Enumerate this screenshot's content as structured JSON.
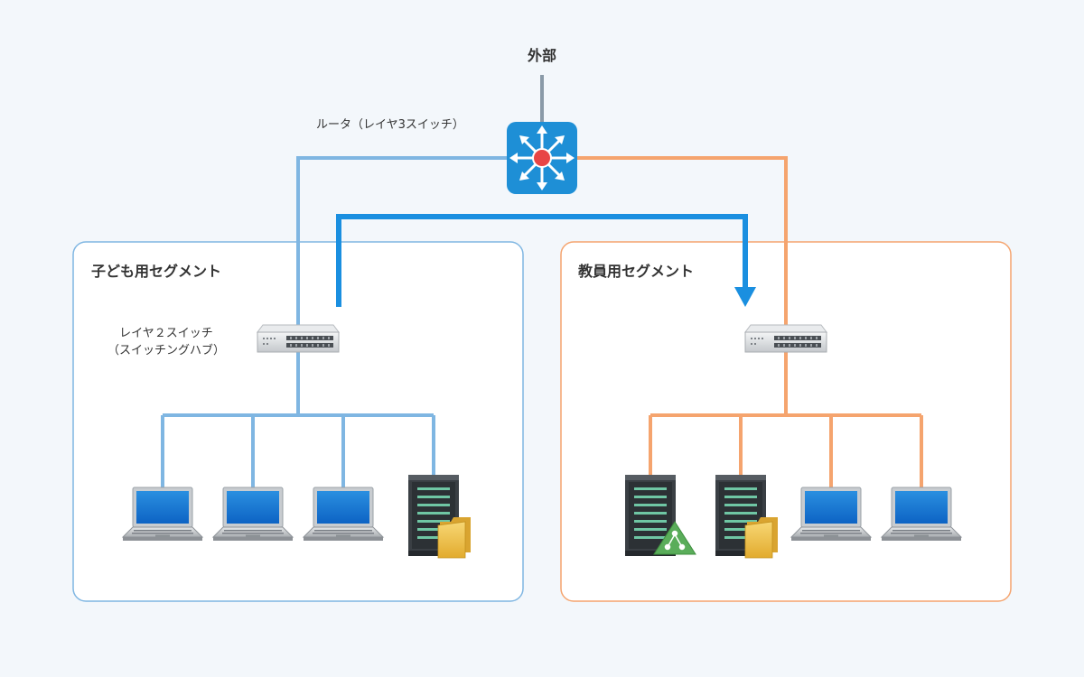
{
  "labels": {
    "external": "外部",
    "router": "ルータ（レイヤ3スイッチ）",
    "segment_children": "子ども用セグメント",
    "segment_staff": "教員用セグメント",
    "l2_switch_line1": "レイヤ２スイッチ",
    "l2_switch_line2": "（スイッチングハブ）"
  },
  "colors": {
    "background": "#f3f7fb",
    "children_segment": "#7fb6e2",
    "staff_segment": "#f5a46e",
    "external_link": "#8a9aa8",
    "router_tile": "#1e8fd6",
    "router_center": "#e84545",
    "route_arrow": "#1a8fe0"
  },
  "icons": {
    "router": "router-icon",
    "switch": "switch-icon",
    "laptop": "laptop-icon",
    "file_server": "file-server-icon",
    "app_server": "shared-server-icon"
  }
}
